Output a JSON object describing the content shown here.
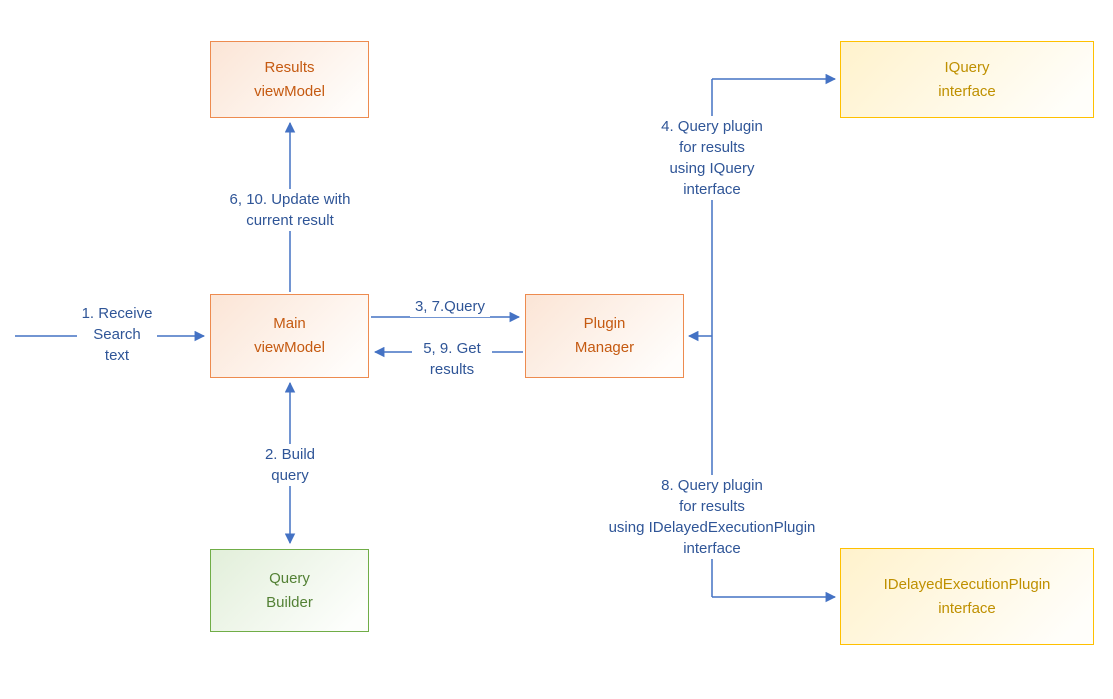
{
  "diagram": {
    "nodes": {
      "results_viewmodel": {
        "label": "Results\nviewModel"
      },
      "iquery_interface": {
        "label": "IQuery\ninterface"
      },
      "main_viewmodel": {
        "label": "Main\nviewModel"
      },
      "plugin_manager": {
        "label": "Plugin\nManager"
      },
      "query_builder": {
        "label": "Query\nBuilder"
      },
      "idelayed_interface": {
        "label": "IDelayedExecutionPlugin\ninterface"
      }
    },
    "edge_labels": {
      "receive_search": "1. Receive\nSearch\ntext",
      "update_result": "6, 10. Update with\ncurrent result",
      "query": "3, 7.Query",
      "get_results": "5, 9. Get\nresults",
      "build_query": "2. Build\nquery",
      "query_iquery": "4. Query plugin\nfor results\nusing IQuery\ninterface",
      "query_idelayed": "8. Query plugin\nfor results\nusing IDelayedExecutionPlugin\ninterface"
    },
    "colors": {
      "arrow": "#4472C4",
      "label_text": "#2F5597",
      "orange_border": "#ED8B4F",
      "orange_text": "#C55A11",
      "yellow_border": "#FFC000",
      "yellow_text": "#BF9000",
      "green_border": "#70AD47",
      "green_text": "#538135"
    }
  }
}
